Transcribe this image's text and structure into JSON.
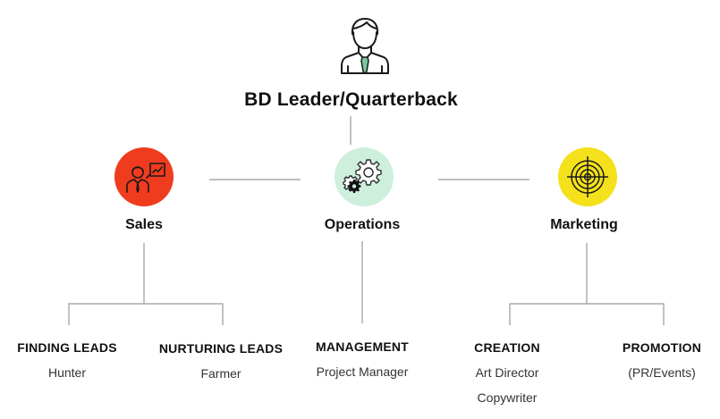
{
  "leader": {
    "title": "BD Leader/Quarterback",
    "icon": "businessman-icon"
  },
  "departments": [
    {
      "name": "Sales",
      "icon": "salesperson-icon",
      "color": "#f03c1e",
      "roles": [
        {
          "title": "FINDING LEADS",
          "items": [
            "Hunter"
          ]
        },
        {
          "title": "NURTURING LEADS",
          "items": [
            "Farmer"
          ]
        }
      ]
    },
    {
      "name": "Operations",
      "icon": "gears-icon",
      "color": "#cdefdc",
      "roles": [
        {
          "title": "MANAGEMENT",
          "items": [
            "Project Manager"
          ]
        }
      ]
    },
    {
      "name": "Marketing",
      "icon": "target-icon",
      "color": "#f4e11b",
      "roles": [
        {
          "title": "CREATION",
          "items": [
            "Art Director",
            "Copywriter"
          ]
        },
        {
          "title": "PROMOTION",
          "items": [
            "(PR/Events)"
          ]
        }
      ]
    }
  ]
}
